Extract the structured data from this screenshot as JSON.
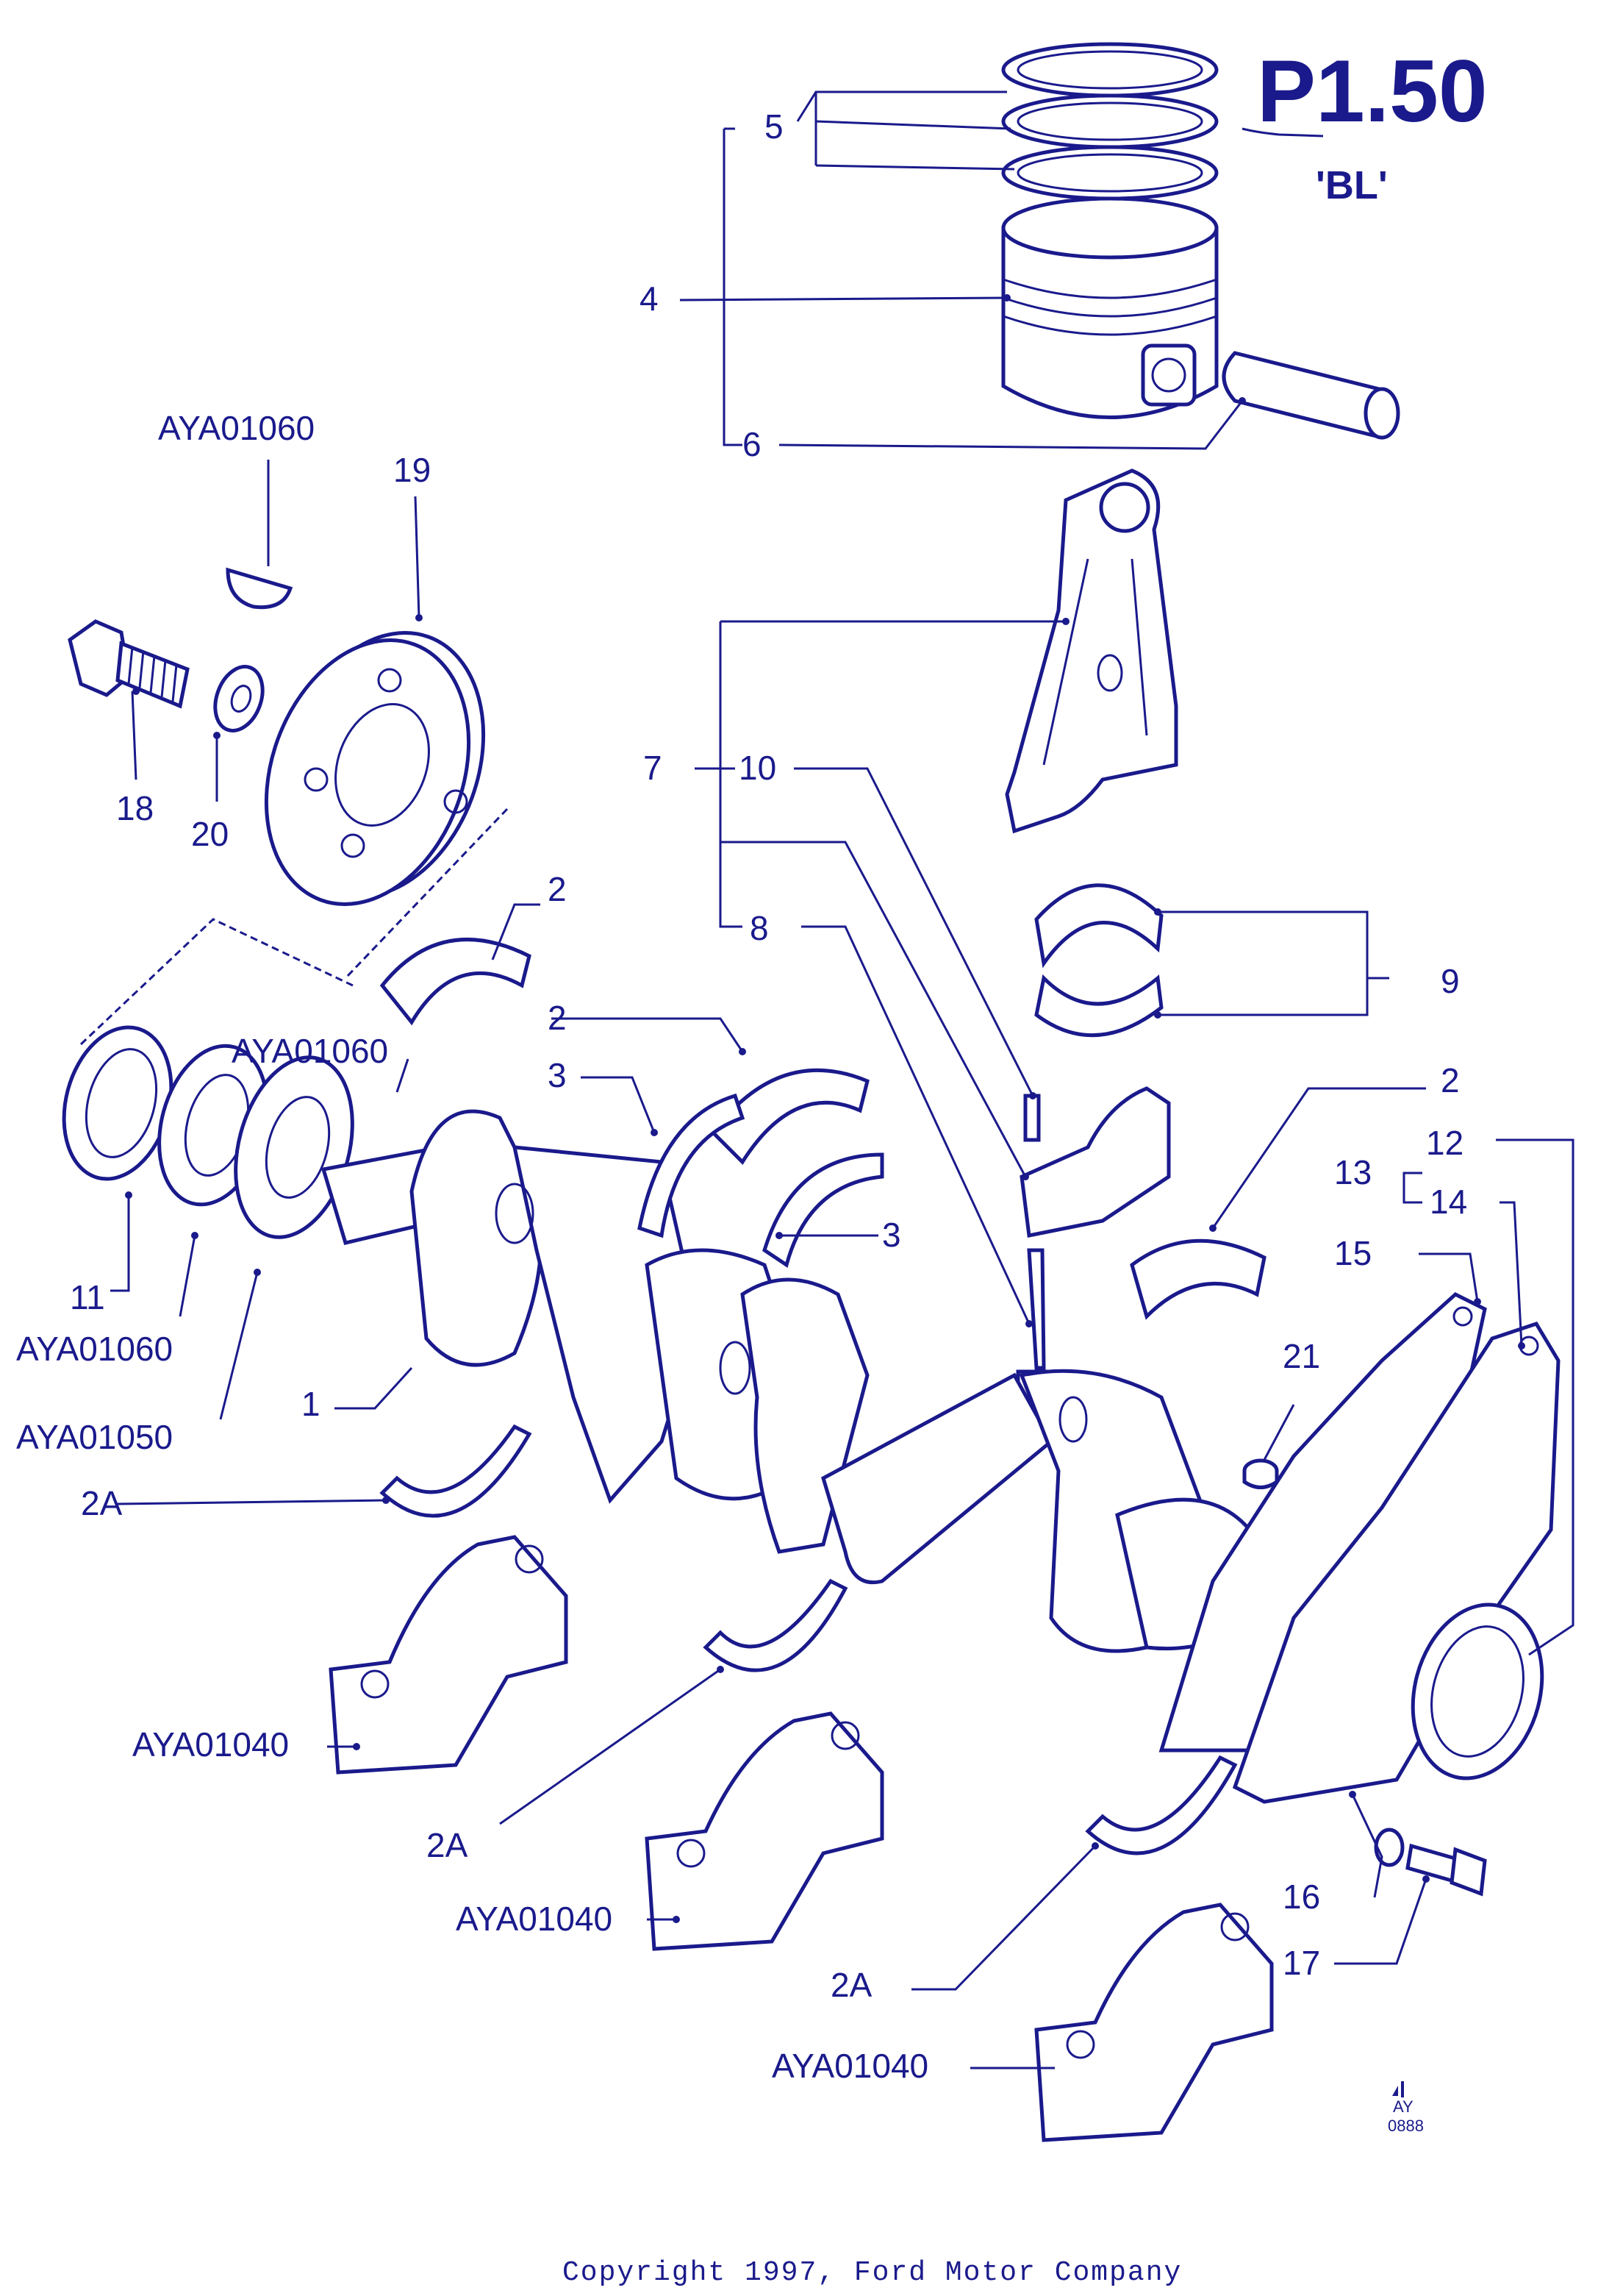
{
  "title": "P1.50",
  "subtitle": "'BL'",
  "footer": "Copyright 1997, Ford Motor Company",
  "stamp": {
    "line1": "AY",
    "line2": "0888"
  },
  "callouts": {
    "c1": "1",
    "c2a": "2",
    "c2b": "2",
    "c2c": "2",
    "c2A_a": "2A",
    "c2A_b": "2A",
    "c2A_c": "2A",
    "c3a": "3",
    "c3b": "3",
    "c4": "4",
    "c5": "5",
    "c6": "6",
    "c7": "7",
    "c8": "8",
    "c9": "9",
    "c10": "10",
    "c11": "11",
    "c12": "12",
    "c13": "13",
    "c14": "14",
    "c15": "15",
    "c16": "16",
    "c17": "17",
    "c18": "18",
    "c19": "19",
    "c20": "20",
    "c21": "21",
    "ref_key_top": "AYA01060",
    "ref_key_mid": "AYA01060",
    "ref_sprocket_washer": "AYA01060",
    "ref_sprocket": "AYA01050",
    "ref_cap_a": "AYA01040",
    "ref_cap_b": "AYA01040",
    "ref_cap_c": "AYA01040"
  }
}
